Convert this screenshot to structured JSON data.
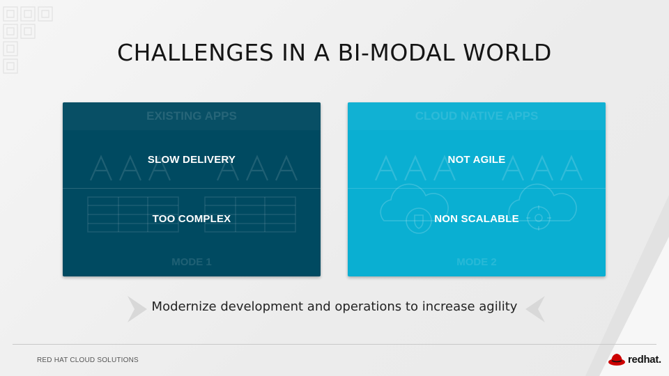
{
  "slide": {
    "title": "CHALLENGES IN A BI-MODAL WORLD",
    "caption": "Modernize development and operations to increase agility"
  },
  "panels": {
    "left": {
      "heading": "EXISTING APPS",
      "top_label": "SLOW DELIVERY",
      "bottom_label": "TOO COMPLEX",
      "mode": "MODE 1",
      "color": "#004a61"
    },
    "right": {
      "heading": "CLOUD NATIVE APPS",
      "top_label": "NOT AGILE",
      "bottom_label": "NON SCALABLE",
      "mode": "MODE 2",
      "color": "#0aafd2"
    }
  },
  "footer": {
    "left_text": "RED HAT CLOUD SOLUTIONS",
    "brand": "redhat.",
    "brand_color": "#cc0000"
  },
  "icons": [
    "a-frame-icon",
    "server-rack-icon",
    "cloud-shield-icon",
    "cloud-gear-icon",
    "chevron-right-icon",
    "chevron-left-icon",
    "redhat-logo-icon"
  ]
}
